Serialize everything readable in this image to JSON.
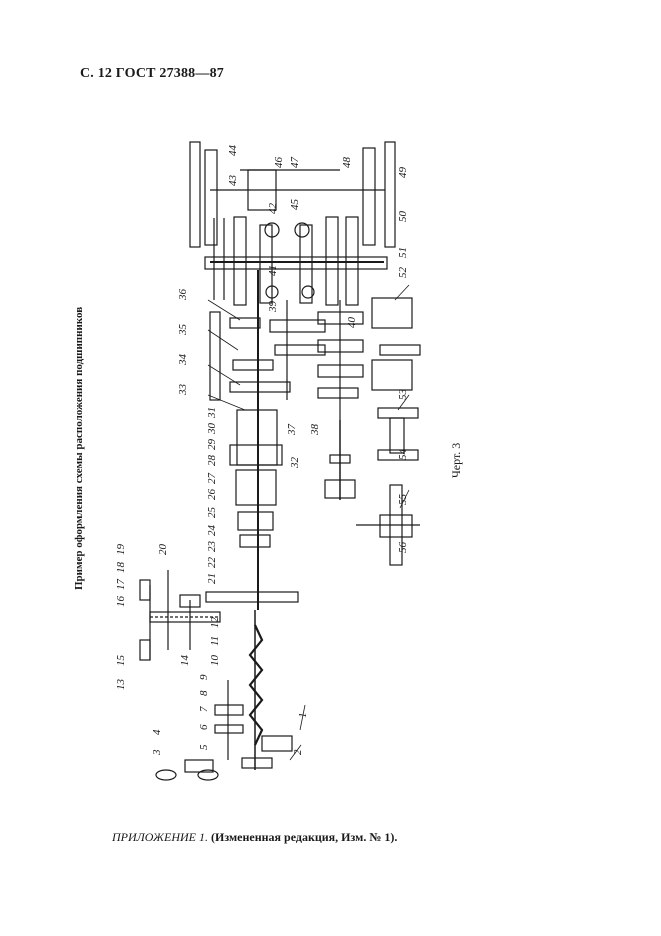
{
  "header": "С. 12 ГОСТ 27388—87",
  "side_title": "Пример оформления схемы расположения подшипников",
  "figure_caption": "Черт. 3",
  "footer": {
    "italic_part": "ПРИЛОЖЕНИЕ 1.",
    "bold_part": "(Измененная редакция, Изм. № 1)."
  },
  "callouts": [
    "1",
    "2",
    "3",
    "4",
    "5",
    "6",
    "7",
    "8",
    "9",
    "10",
    "11",
    "12",
    "13",
    "14",
    "15",
    "16",
    "17",
    "18",
    "19",
    "20",
    "21",
    "22",
    "23",
    "24",
    "25",
    "26",
    "27",
    "28",
    "29",
    "30",
    "31",
    "32",
    "33",
    "34",
    "35",
    "36",
    "37",
    "38",
    "39",
    "40",
    "41",
    "42",
    "43",
    "44",
    "45",
    "46",
    "47",
    "48",
    "49",
    "50",
    "51",
    "52",
    "53",
    "54",
    "55",
    "56"
  ]
}
